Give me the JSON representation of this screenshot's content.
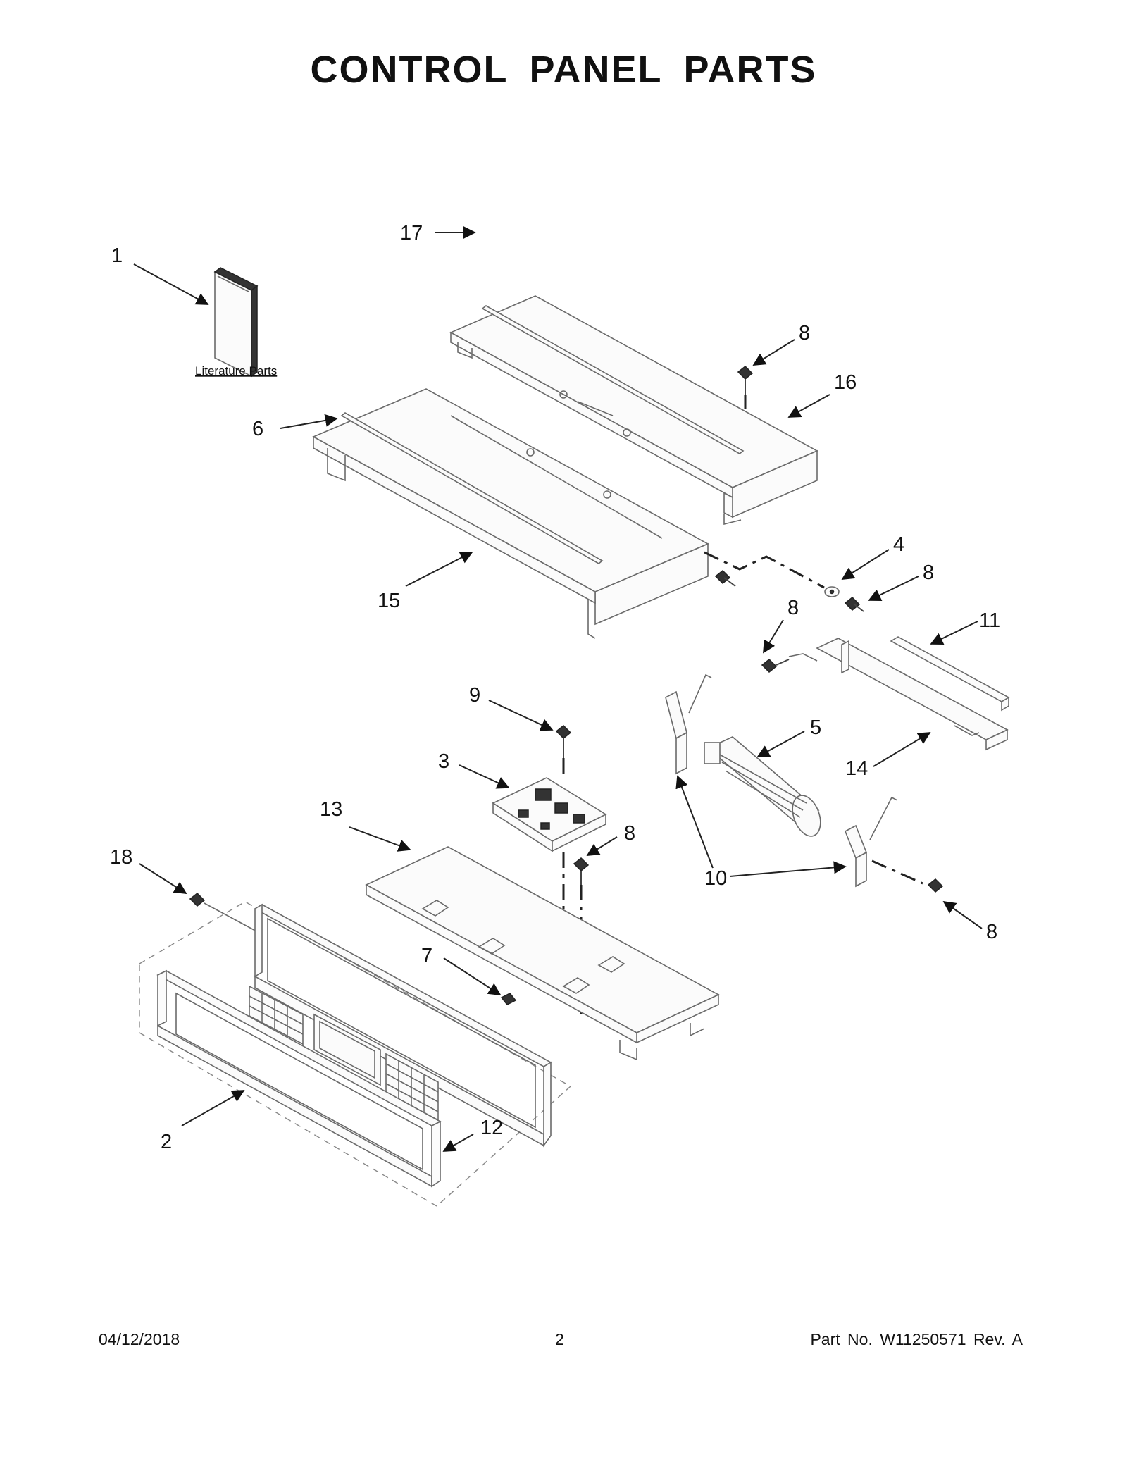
{
  "title": "CONTROL PANEL PARTS",
  "literature_label": "Literature Parts",
  "callouts": [
    "1",
    "17",
    "8",
    "16",
    "6",
    "15",
    "4",
    "8",
    "8",
    "11",
    "9",
    "3",
    "5",
    "14",
    "13",
    "8",
    "18",
    "10",
    "8",
    "7",
    "2",
    "12"
  ],
  "footer": {
    "date": "04/12/2018",
    "page": "2",
    "part_no": "Part No.  W11250571  Rev.  A"
  }
}
